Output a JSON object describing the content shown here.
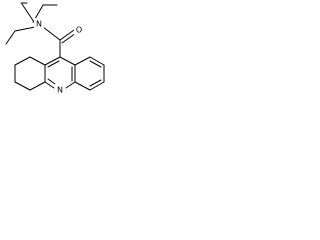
{
  "molecule": {
    "atoms": {
      "amide_nitrogen": "N",
      "carbonyl_oxygen": "O",
      "ring_nitrogen": "N"
    },
    "colors": {
      "bond": "#000000",
      "label": "#000000",
      "background": "#ffffff"
    }
  }
}
